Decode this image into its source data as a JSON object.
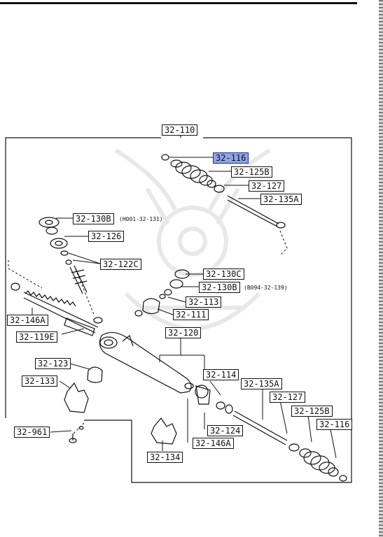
{
  "diagram": {
    "assembly_label": "32-110",
    "labels": [
      {
        "id": "l-32-116-top",
        "text": "32-116",
        "highlight": true
      },
      {
        "id": "l-32-125b-top",
        "text": "32-125B",
        "highlight": false
      },
      {
        "id": "l-32-127-top",
        "text": "32-127",
        "highlight": false
      },
      {
        "id": "l-32-135a-top",
        "text": "32-135A",
        "highlight": false
      },
      {
        "id": "l-32-130b-top",
        "text": "32-130B",
        "highlight": false
      },
      {
        "id": "l-32-126",
        "text": "32-126",
        "highlight": false
      },
      {
        "id": "l-32-122c",
        "text": "32-122C",
        "highlight": false
      },
      {
        "id": "l-32-130c",
        "text": "32-130C",
        "highlight": false
      },
      {
        "id": "l-32-130b-mid",
        "text": "32-130B",
        "highlight": false
      },
      {
        "id": "l-32-113",
        "text": "32-113",
        "highlight": false
      },
      {
        "id": "l-32-111",
        "text": "32-111",
        "highlight": false
      },
      {
        "id": "l-32-146a-left",
        "text": "32-146A",
        "highlight": false
      },
      {
        "id": "l-32-119e",
        "text": "32-119E",
        "highlight": false
      },
      {
        "id": "l-32-120",
        "text": "32-120",
        "highlight": false
      },
      {
        "id": "l-32-123",
        "text": "32-123",
        "highlight": false
      },
      {
        "id": "l-32-133",
        "text": "32-133",
        "highlight": false
      },
      {
        "id": "l-32-114",
        "text": "32-114",
        "highlight": false
      },
      {
        "id": "l-32-135a-bot",
        "text": "32-135A",
        "highlight": false
      },
      {
        "id": "l-32-127-bot",
        "text": "32-127",
        "highlight": false
      },
      {
        "id": "l-32-125b-bot",
        "text": "32-125B",
        "highlight": false
      },
      {
        "id": "l-32-116-bot",
        "text": "32-116",
        "highlight": false
      },
      {
        "id": "l-32-961",
        "text": "32-961",
        "highlight": false
      },
      {
        "id": "l-32-124",
        "text": "32-124",
        "highlight": false
      },
      {
        "id": "l-32-146a-bot",
        "text": "32-146A",
        "highlight": false
      },
      {
        "id": "l-32-134",
        "text": "32-134",
        "highlight": false
      }
    ],
    "notes": [
      {
        "id": "n-h001",
        "text": "(H001-32-131)"
      },
      {
        "id": "n-b094",
        "text": "(B094-32-139)"
      }
    ]
  }
}
